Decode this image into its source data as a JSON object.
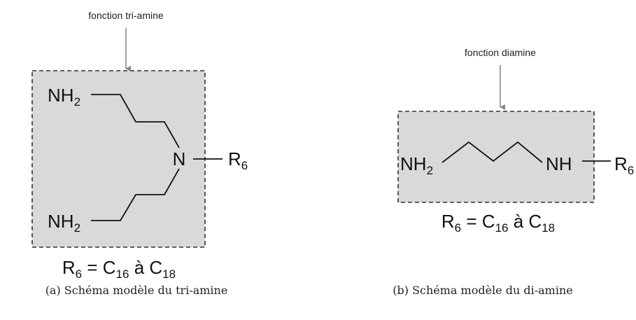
{
  "panel_a": {
    "annotation": "fonction tri-amine",
    "amine_top": "NH",
    "amine_top_sub": "2",
    "amine_bottom": "NH",
    "amine_bottom_sub": "2",
    "center_atom": "N",
    "substituent": "R",
    "substituent_sub": "6",
    "formula_r": "R",
    "formula_r_sub": "6",
    "formula_eq": " = C",
    "formula_from_sub": "16",
    "formula_mid": " à C",
    "formula_to_sub": "18",
    "caption": "(a) Schéma modèle du tri-amine"
  },
  "panel_b": {
    "annotation": "fonction diamine",
    "amine_left": "NH",
    "amine_left_sub": "2",
    "amine_right": "NH",
    "substituent": "R",
    "substituent_sub": "6",
    "formula_r": "R",
    "formula_r_sub": "6",
    "formula_eq": " = C",
    "formula_from_sub": "16",
    "formula_mid": " à C",
    "formula_to_sub": "18",
    "caption": "(b) Schéma modèle du di-amine"
  },
  "colors": {
    "box_fill": "#d9d9d9",
    "box_border": "#333333",
    "arrow": "#888888",
    "bond": "#111111",
    "text": "#111111"
  }
}
